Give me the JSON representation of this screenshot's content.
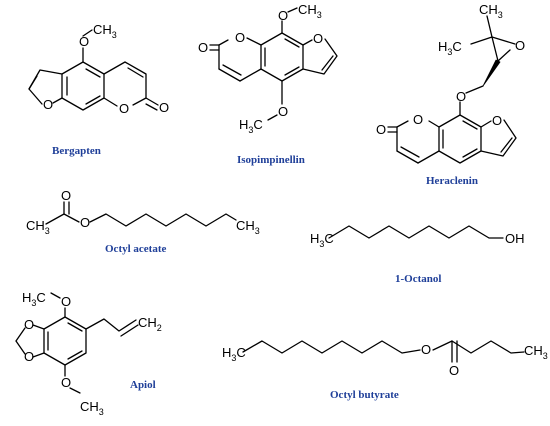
{
  "compounds": [
    {
      "name": "Bergapten"
    },
    {
      "name": "Isopimpinellin"
    },
    {
      "name": "Heraclenin"
    },
    {
      "name": "Octyl acetate"
    },
    {
      "name": "1-Octanol"
    },
    {
      "name": "Apiol"
    },
    {
      "name": "Octyl butyrate"
    }
  ],
  "atoms": {
    "ch": "CH",
    "h": "H",
    "sub3": "3",
    "sub2": "2",
    "o": "O",
    "oh": "OH",
    "c": "C"
  },
  "colors": {
    "label": "#1f3f99",
    "bond": "#000000"
  }
}
